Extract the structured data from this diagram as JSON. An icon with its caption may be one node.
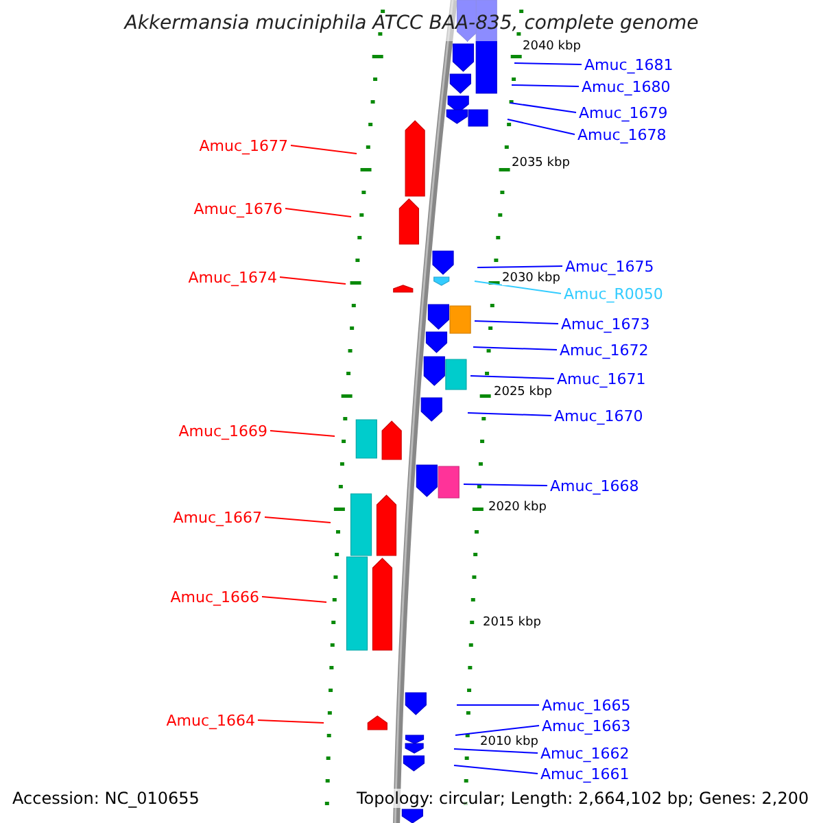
{
  "diagram": {
    "title": "Akkermansia muciniphila ATCC BAA-835, complete genome",
    "nodes": [
      {
        "text": [
          "Amuc_1681"
        ]
      },
      {
        "text": [
          "Amuc_1680"
        ]
      },
      {
        "text": [
          "Amuc_1679"
        ]
      },
      {
        "text": [
          "Amuc_1678"
        ]
      },
      {
        "text": [
          "Amuc_1677"
        ]
      },
      {
        "text": [
          "Amuc_1676"
        ]
      },
      {
        "text": [
          "Amuc_1675"
        ]
      },
      {
        "text": [
          "Amuc_1674"
        ]
      },
      {
        "text": [
          "Amuc_R0050"
        ]
      },
      {
        "text": [
          "Amuc_1673"
        ]
      },
      {
        "text": [
          "Amuc_1672"
        ]
      },
      {
        "text": [
          "Amuc_1671"
        ]
      },
      {
        "text": [
          "Amuc_1670"
        ]
      },
      {
        "text": [
          "Amuc_1669"
        ]
      },
      {
        "text": [
          "Amuc_1668"
        ]
      },
      {
        "text": [
          "Amuc_1667"
        ]
      },
      {
        "text": [
          "Amuc_1666"
        ]
      },
      {
        "text": [
          "Amuc_1665"
        ]
      },
      {
        "text": [
          "Amuc_1664"
        ]
      },
      {
        "text": [
          "Amuc_1663"
        ]
      },
      {
        "text": [
          "Amuc_1662"
        ]
      },
      {
        "text": [
          "Amuc_1661"
        ]
      }
    ],
    "edges": [
      {
        "from": 0,
        "to": null,
        "arrow": "none"
      },
      {
        "from": 1,
        "to": null,
        "arrow": "none"
      },
      {
        "from": 2,
        "to": null,
        "arrow": "none"
      },
      {
        "from": 3,
        "to": null,
        "arrow": "none"
      },
      {
        "from": 4,
        "to": null,
        "arrow": "none",
        "color": "#ff0000"
      },
      {
        "from": 5,
        "to": null,
        "arrow": "none",
        "color": "#ff0000"
      },
      {
        "from": 6,
        "to": null,
        "arrow": "none"
      },
      {
        "from": 7,
        "to": null,
        "arrow": "none",
        "color": "#ff0000"
      },
      {
        "from": 8,
        "to": null,
        "arrow": "none",
        "color": "#33ccff"
      },
      {
        "from": 9,
        "to": null,
        "arrow": "none"
      },
      {
        "from": 10,
        "to": null,
        "arrow": "none"
      },
      {
        "from": 11,
        "to": null,
        "arrow": "none"
      },
      {
        "from": 12,
        "to": null,
        "arrow": "none"
      },
      {
        "from": 13,
        "to": null,
        "arrow": "none",
        "color": "#ff0000"
      },
      {
        "from": 14,
        "to": null,
        "arrow": "none"
      },
      {
        "from": 15,
        "to": null,
        "arrow": "none",
        "color": "#ff0000"
      },
      {
        "from": 16,
        "to": null,
        "arrow": "none",
        "color": "#ff0000"
      },
      {
        "from": 17,
        "to": null,
        "arrow": "none"
      },
      {
        "from": 18,
        "to": null,
        "arrow": "none",
        "color": "#ff0000"
      },
      {
        "from": 19,
        "to": null,
        "arrow": "none"
      },
      {
        "from": 20,
        "to": null,
        "arrow": "none"
      },
      {
        "from": 21,
        "to": null,
        "arrow": "none"
      }
    ],
    "labels": [
      "2040 kbp",
      "2035 kbp",
      "2030 kbp",
      "2025 kbp",
      "2020 kbp",
      "2015 kbp",
      "2010 kbp",
      "Accession: NC_010655",
      "Topology: circular; Length: 2,664,102 bp; Genes: 2,200"
    ]
  }
}
